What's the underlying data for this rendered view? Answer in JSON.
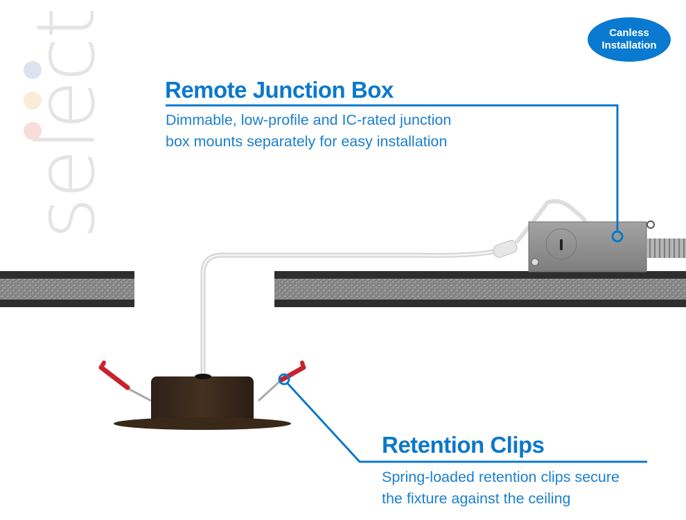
{
  "brand": {
    "wordmark": "select",
    "dot_colors": [
      "#dde4ef",
      "#fbecd8",
      "#f8dcd9"
    ]
  },
  "badge": {
    "line1": "Canless",
    "line2": "Installation",
    "color": "#0a7ad0"
  },
  "callouts": [
    {
      "title": "Remote Junction Box",
      "description_line1": "Dimmable, low-profile and IC-rated junction",
      "description_line2": "box mounts separately for easy installation"
    },
    {
      "title": "Retention Clips",
      "description_line1": "Spring-loaded retention clips secure",
      "description_line2": "the fixture against the ceiling"
    }
  ],
  "colors": {
    "accent": "#0b78cc",
    "fixture": "#3b2a1f",
    "clip_tip": "#c8232c",
    "ceiling_dark": "#2e2e2e",
    "ceiling_texture": "#8d8d8d",
    "junction_box": "#8f8f8f"
  }
}
